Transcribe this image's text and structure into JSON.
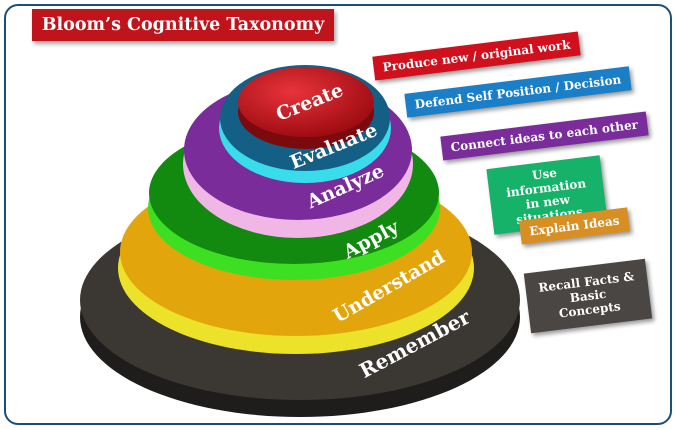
{
  "title": "Bloom’s Cognitive Taxonomy",
  "levels": [
    {
      "name": "Remember",
      "color": "#3b3834",
      "rim": "#2a2826",
      "description": "Recall Facts & Basic Concepts"
    },
    {
      "name": "Understand",
      "color": "#e3a50c",
      "rim": "#ece22a",
      "description": "Explain Ideas"
    },
    {
      "name": "Apply",
      "color": "#118a0f",
      "rim": "#3ddf22",
      "description": "Use information in new situations"
    },
    {
      "name": "Analyze",
      "color": "#7b2c9b",
      "rim": "#f0b7e6",
      "description": "Connect ideas to each other"
    },
    {
      "name": "Evaluate",
      "color": "#145f86",
      "rim": "#39dceb",
      "description": "Defend Self Position / Decision"
    },
    {
      "name": "Create",
      "color": "#b80d14",
      "rim": "#7a0a0e",
      "description": "Produce new / original work"
    }
  ],
  "colors": {
    "title_bg": "#c0141c",
    "frame_border": "#1e4d7b",
    "label_create": "#d0101c",
    "label_evaluate": "#1b7fc8",
    "label_analyze": "#7b2c9b",
    "label_apply": "#17b26a",
    "label_understand": "#d78f24",
    "label_remember": "#4a4644"
  }
}
